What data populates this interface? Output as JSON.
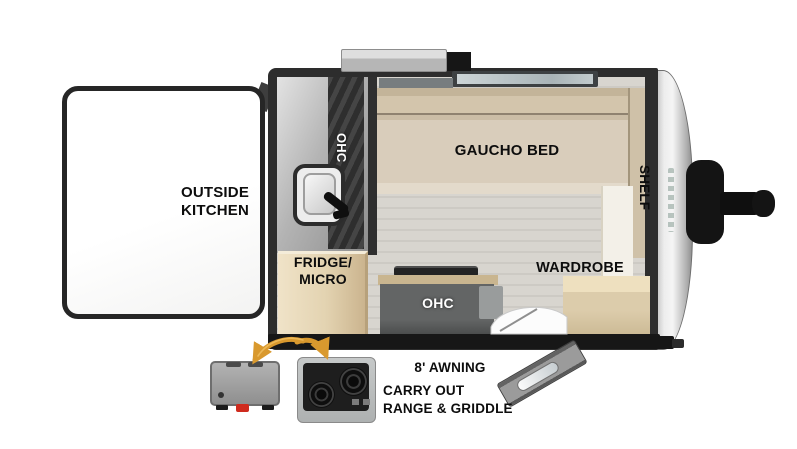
{
  "labels": {
    "outside_kitchen": "OUTSIDE\nKITCHEN",
    "ohc_galley": "OHC",
    "gaucho_bed": "GAUCHO BED",
    "shelf": "SHELF",
    "fridge_micro": "FRIDGE/\nMICRO",
    "ohc_overhead": "OHC",
    "wardrobe": "WARDROBE",
    "awning": "8' AWNING",
    "carry_out": "CARRY OUT\nRANGE & GRIDDLE"
  },
  "colors": {
    "wall": "#2d2d2d",
    "floor": "#d6d3cd",
    "bed_tan": "#d8ccb9",
    "cabinet_wood": "#e3d3b1",
    "front_cap_silver": "#ededed",
    "arrow_gold": "#d9992e",
    "button_red": "#cf2b1e"
  }
}
